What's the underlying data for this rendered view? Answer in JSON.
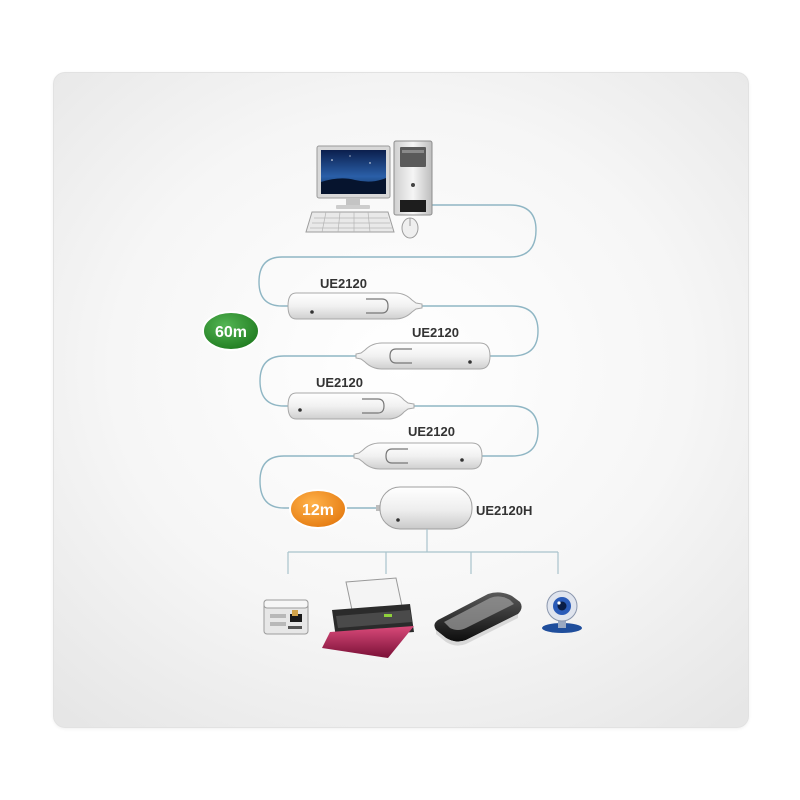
{
  "labels": {
    "extender_1": "UE2120",
    "extender_2": "UE2120",
    "extender_3": "UE2120",
    "extender_4": "UE2120",
    "hub": "UE2120H"
  },
  "badges": {
    "distance_main": "60m",
    "distance_hub": "12m"
  },
  "colors": {
    "cable": "#8fb6c4",
    "badge_green": "#2e8b2e",
    "badge_orange": "#f08a1e",
    "tree_lines": "#a9c3cc"
  },
  "devices": [
    {
      "icon": "card-reader-icon"
    },
    {
      "icon": "printer-icon"
    },
    {
      "icon": "external-drive-icon"
    },
    {
      "icon": "webcam-icon"
    }
  ]
}
